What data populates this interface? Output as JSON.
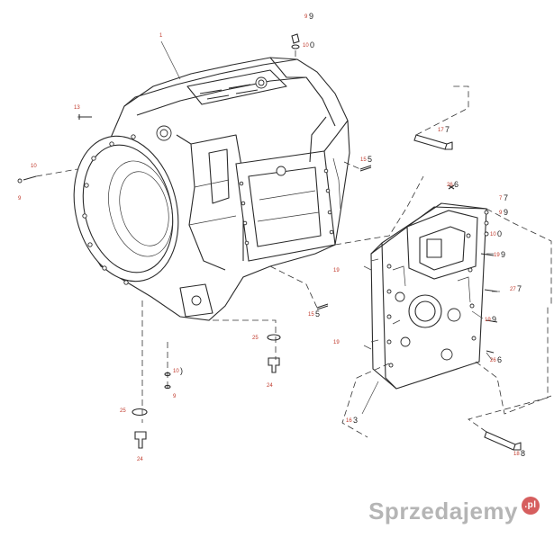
{
  "callouts": [
    {
      "id": "c1",
      "red": "1",
      "black": ""
    },
    {
      "id": "c2",
      "red": "9",
      "black": "9"
    },
    {
      "id": "c3",
      "red": "10",
      "black": "0"
    },
    {
      "id": "c4",
      "red": "13",
      "black": ""
    },
    {
      "id": "c5",
      "red": "17",
      "black": "7"
    },
    {
      "id": "c6",
      "red": "10",
      "black": ""
    },
    {
      "id": "c7",
      "red": "9",
      "black": ""
    },
    {
      "id": "c8",
      "red": "15",
      "black": "5"
    },
    {
      "id": "c9",
      "red": "26",
      "black": "6"
    },
    {
      "id": "c10",
      "red": "7",
      "black": "7"
    },
    {
      "id": "c11",
      "red": "9",
      "black": "9"
    },
    {
      "id": "c12",
      "red": "10",
      "black": "0"
    },
    {
      "id": "c13",
      "red": "19",
      "black": "9"
    },
    {
      "id": "c14",
      "red": "19",
      "black": ""
    },
    {
      "id": "c15",
      "red": "27",
      "black": "7"
    },
    {
      "id": "c16",
      "red": "19",
      "black": "9"
    },
    {
      "id": "c17",
      "red": "15",
      "black": "5"
    },
    {
      "id": "c18",
      "red": "25",
      "black": ""
    },
    {
      "id": "c19",
      "red": "19",
      "black": ""
    },
    {
      "id": "c20",
      "red": "26",
      "black": "6"
    },
    {
      "id": "c21",
      "red": "10",
      "black": ")"
    },
    {
      "id": "c22",
      "red": "9",
      "black": ""
    },
    {
      "id": "c23",
      "red": "24",
      "black": ""
    },
    {
      "id": "c24",
      "red": "25",
      "black": ""
    },
    {
      "id": "c25",
      "red": "16",
      "black": "3"
    },
    {
      "id": "c26",
      "red": "24",
      "black": ""
    },
    {
      "id": "c27",
      "red": "18",
      "black": "8"
    }
  ],
  "watermark": {
    "text": "Sprzedajemy",
    "badge": ".pl"
  },
  "colors": {
    "callout_red": "#c0392b",
    "line": "#2b2b2b"
  }
}
